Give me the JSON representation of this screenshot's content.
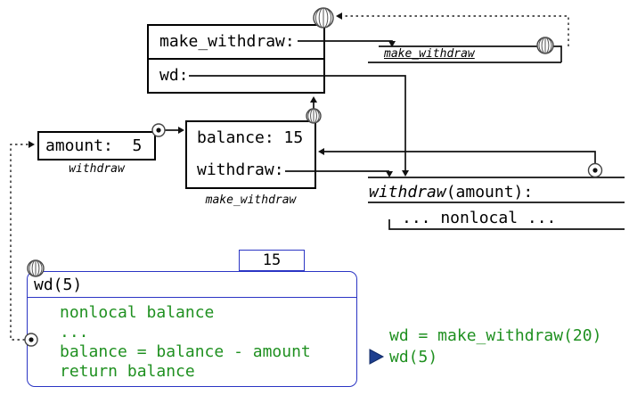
{
  "colors": {
    "card_blue": "#2b35c4",
    "code_green": "#1f9020",
    "marker_blue": "#1e3f8f",
    "ink": "#111111"
  },
  "global_frame": {
    "entries": [
      {
        "label": "make_withdraw:"
      },
      {
        "label": "wd:"
      }
    ]
  },
  "make_withdraw_frame": {
    "caption": "make_withdraw",
    "entries": [
      {
        "label": "balance: 15"
      },
      {
        "label": "withdraw:"
      }
    ]
  },
  "withdraw_frame": {
    "caption": "withdraw",
    "entries": [
      {
        "label": "amount:  5"
      }
    ]
  },
  "make_withdraw_function": {
    "name": "make_withdraw"
  },
  "withdraw_function": {
    "name": "withdraw",
    "signature_rest": "(amount):",
    "body": "... nonlocal ..."
  },
  "execution_card": {
    "return_value": "15",
    "call": "wd(5)",
    "body_lines": [
      "nonlocal balance",
      "...",
      "balance = balance - amount",
      "return balance"
    ]
  },
  "console": {
    "line1": "wd = make_withdraw(20)",
    "line2": "wd(5)"
  },
  "icons": {
    "globe": "globe-icon",
    "pointer_origin": "pointer-origin-icon",
    "current_line": "current-line-marker-icon"
  }
}
